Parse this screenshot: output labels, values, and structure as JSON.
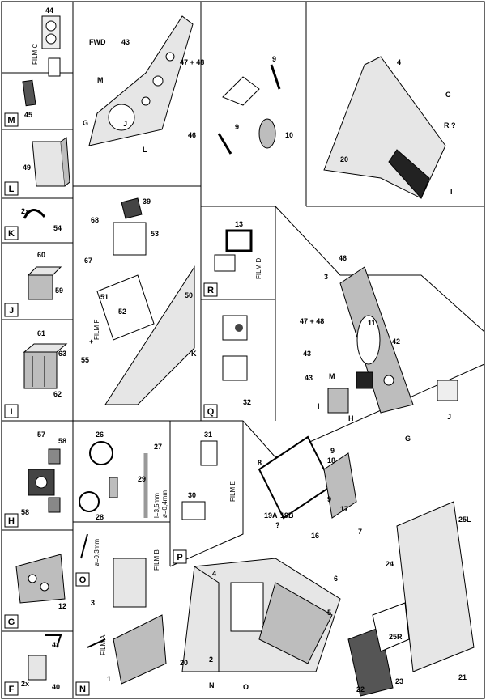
{
  "sections": {
    "F": {
      "letter": "F",
      "qty": "2x",
      "parts": [
        "40",
        "41"
      ]
    },
    "G": {
      "letter": "G",
      "parts": [
        "12"
      ]
    },
    "H": {
      "letter": "H",
      "parts": [
        "57",
        "58",
        "58"
      ]
    },
    "I": {
      "letter": "I",
      "parts": [
        "61",
        "62",
        "63"
      ]
    },
    "J": {
      "letter": "J",
      "parts": [
        "59",
        "60"
      ]
    },
    "K": {
      "letter": "K",
      "qty": "2x",
      "parts": [
        "54"
      ]
    },
    "L": {
      "letter": "L",
      "parts": [
        "49"
      ]
    },
    "M": {
      "letter": "M",
      "parts": [
        "44",
        "45"
      ],
      "film": "FILM C"
    },
    "N": {
      "letter": "N",
      "parts": [
        "1",
        "2",
        "3",
        "20",
        "22"
      ],
      "film_a": "FILM A",
      "film_b": "FILM B"
    },
    "O": {
      "letter": "O",
      "parts": [
        "26",
        "27",
        "28",
        "29"
      ],
      "wire": "ø=0,3mm",
      "rod_l": "l=3,5mm",
      "rod_d": "ø=0,4mm"
    },
    "P": {
      "letter": "P",
      "parts": [
        "30",
        "31"
      ],
      "film": "FILM E"
    },
    "Q": {
      "letter": "Q",
      "parts": [
        "32"
      ]
    },
    "R": {
      "letter": "R",
      "parts": [
        "13"
      ],
      "film": "FILM D"
    }
  },
  "labels": {
    "fwd": "FWD",
    "film_f": "FILM F",
    "plus": "+",
    "q_mark": "?",
    "r_q": "R ?",
    "p4": "4",
    "p5": "5",
    "p6": "6",
    "p7": "7",
    "p8": "8",
    "p9": "9",
    "p10": "10",
    "p11": "11",
    "p16": "16",
    "p17": "17",
    "p18": "18",
    "p19a": "19A",
    "p19b": "19B",
    "p20": "20",
    "p21": "21",
    "p23": "23",
    "p24": "24",
    "p25l": "25L",
    "p25r": "25R",
    "p39": "39",
    "p42": "42",
    "p43": "43",
    "p46": "46",
    "p47_48": "47 + 48",
    "p50": "50",
    "p51": "51",
    "p52": "52",
    "p53": "53",
    "p55": "55",
    "p67": "67",
    "p68": "68",
    "p3": "3",
    "c": "C",
    "i": "I",
    "j": "J",
    "k": "K",
    "l": "L",
    "m": "M",
    "g": "G",
    "h": "H",
    "n": "N",
    "o": "O"
  },
  "colors": {
    "line": "#000000",
    "fill_light": "#e6e6e6",
    "fill_mid": "#bdbdbd",
    "fill_dark": "#555555"
  }
}
